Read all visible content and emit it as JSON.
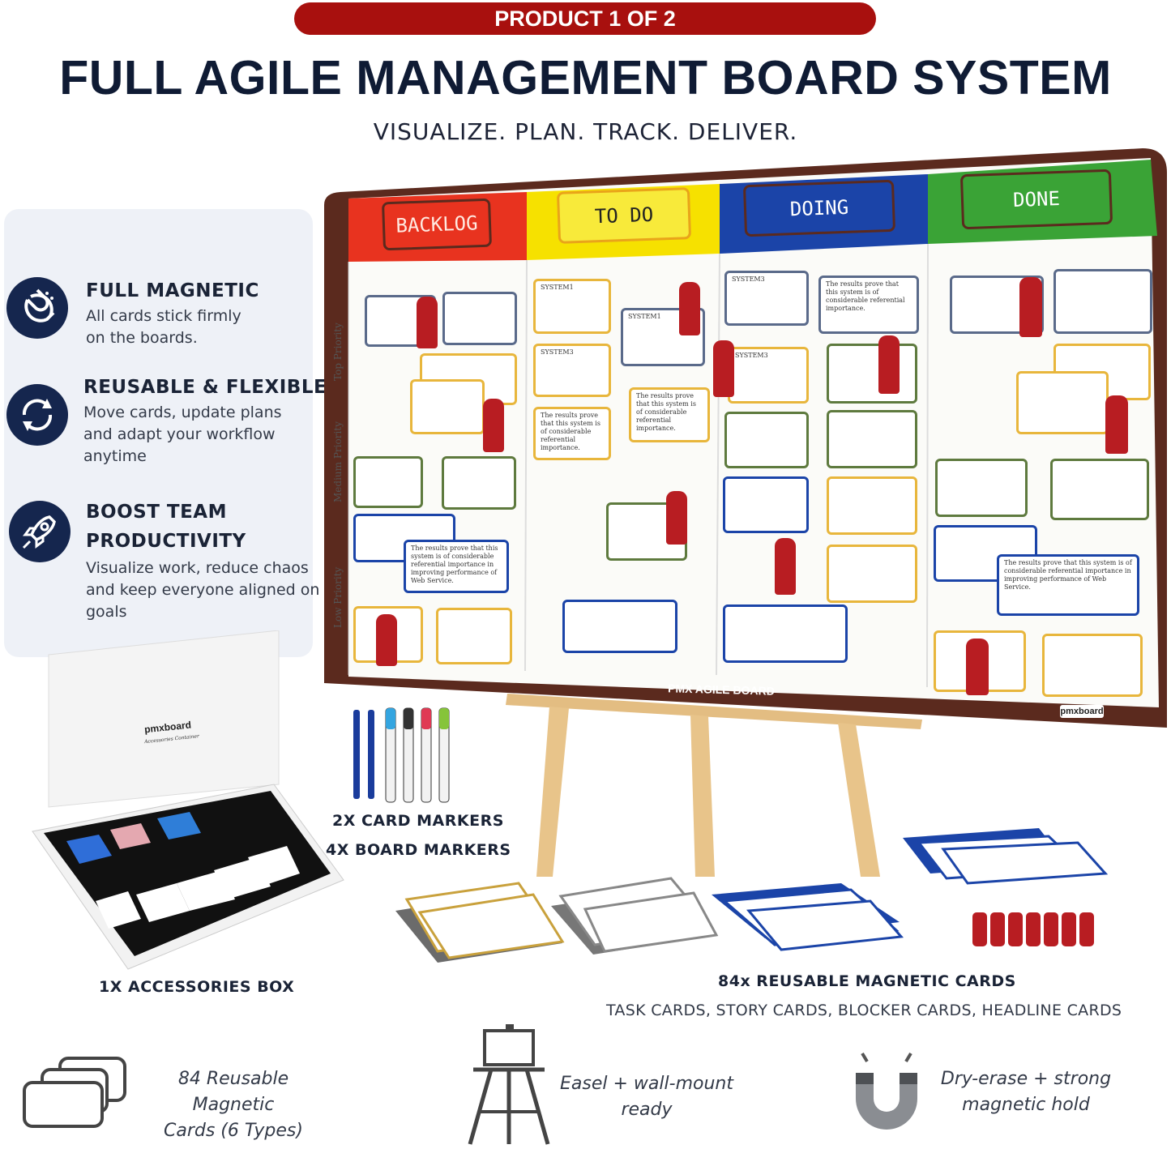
{
  "banner": "PRODUCT 1 OF 2",
  "title": "FULL AGILE MANAGEMENT BOARD SYSTEM",
  "subtitle": "VISUALIZE. PLAN. TRACK. DELIVER.",
  "features": [
    {
      "icon": "magnet-icon",
      "title": "FULL MAGNETIC",
      "desc_lines": [
        "All cards stick firmly",
        "on the boards."
      ]
    },
    {
      "icon": "refresh-icon",
      "title": "REUSABLE & FLEXIBLE",
      "desc_lines": [
        "Move cards, update plans",
        "and adapt your workflow",
        "anytime"
      ]
    },
    {
      "icon": "rocket-icon",
      "title_lines": [
        "BOOST TEAM",
        "PRODUCTIVITY"
      ],
      "desc_lines": [
        "Visualize work, reduce chaos",
        "and keep everyone aligned on",
        "goals"
      ]
    }
  ],
  "board": {
    "columns": [
      {
        "label": "BACKLOG",
        "color": "#e8331f",
        "plate": "#e8331f"
      },
      {
        "label": "TO DO",
        "color": "#f6e100",
        "plate": "#f8ea3a"
      },
      {
        "label": "DOING",
        "color": "#1b44a8",
        "plate": "#1b44a8"
      },
      {
        "label": "DONE",
        "color": "#3aa336",
        "plate": "#3aa336"
      }
    ],
    "rows": [
      "Top Priority",
      "Medium Priority",
      "Low Priority"
    ],
    "plate_brand": "pmxboard",
    "footer": "PMX AGILE BOARD",
    "logo": "pmxboard",
    "card_system": "SYSTEM1",
    "card_system3": "SYSTEM3",
    "card_text": "The results prove that this system is of considerable referential importance.",
    "card_text_long": "The results prove that this system is of considerable referential importance in improving performance of Web Service."
  },
  "box": {
    "brand": "pmxboard",
    "sub": "Accessories Container"
  },
  "captions": {
    "markers1": "2X CARD MARKERS",
    "markers2": "4X BOARD MARKERS",
    "box": "1X ACCESSORIES BOX",
    "cards": "84x REUSABLE MAGNETIC CARDS",
    "cards_types": "TASK CARDS, STORY CARDS, BLOCKER CARDS, HEADLINE CARDS"
  },
  "bottom": [
    {
      "icon": "cards-stack-icon",
      "lines": [
        "84 Reusable Magnetic",
        "Cards (6 Types)"
      ]
    },
    {
      "icon": "easel-icon",
      "lines": [
        "Easel + wall-mount",
        "ready"
      ]
    },
    {
      "icon": "magnet-u-icon",
      "lines": [
        "Dry-erase + strong",
        "magnetic hold"
      ]
    }
  ],
  "colors": {
    "navy": "#15264e",
    "banner_red": "#a8100e",
    "frame_brown": "#5b2a1e",
    "wood": "#e8c48a"
  }
}
